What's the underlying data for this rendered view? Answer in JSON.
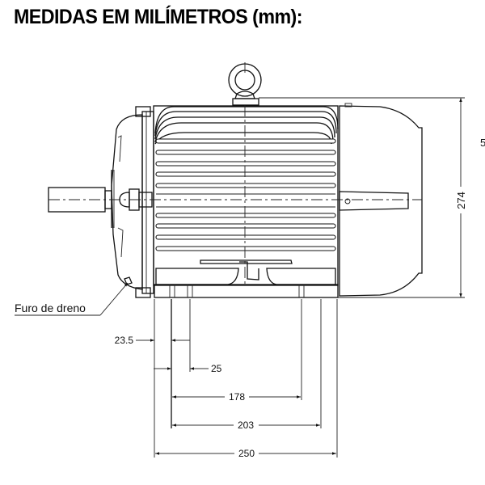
{
  "title": "MEDIDAS EM MILÍMETROS (mm):",
  "drawing": {
    "subject": "electric motor side view",
    "labels": {
      "drain_hole": "Furo de dreno"
    },
    "dimensions": {
      "height": "274",
      "foot_offset_a": "23.5",
      "foot_width": "25",
      "foot_spacing_inner": "178",
      "foot_spacing_outer": "203",
      "base_total_length": "250"
    },
    "partial_edge_label": "5"
  }
}
